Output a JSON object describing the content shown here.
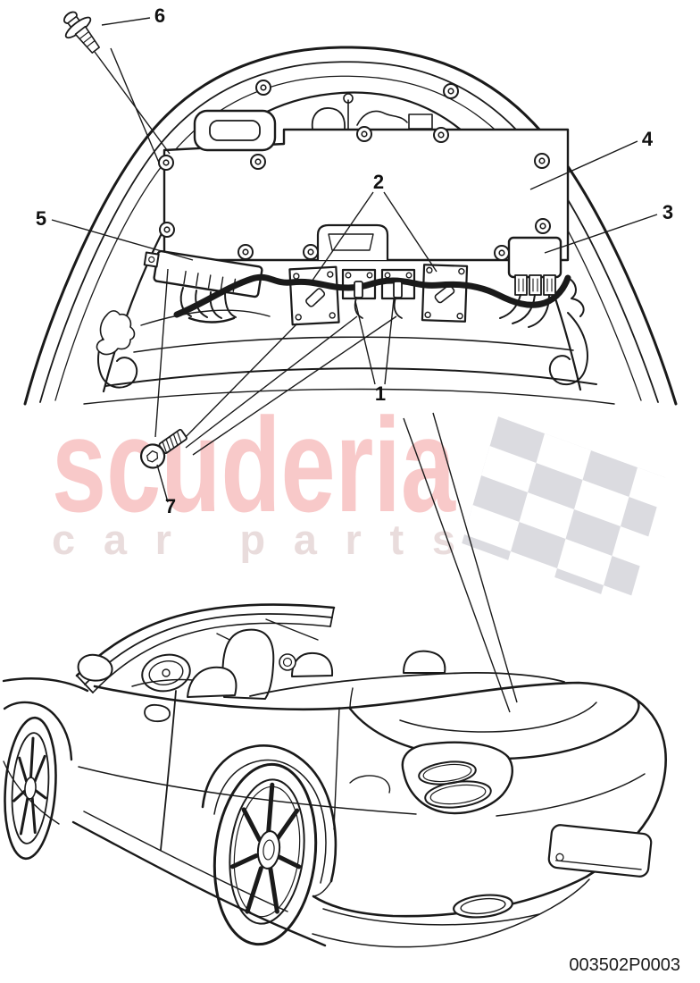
{
  "figure": {
    "part_number": "003502P0003",
    "callouts": [
      {
        "label": "1"
      },
      {
        "label": "2"
      },
      {
        "label": "3"
      },
      {
        "label": "4"
      },
      {
        "label": "5"
      },
      {
        "label": "6"
      },
      {
        "label": "7"
      }
    ],
    "line_color": "#1a1a1a"
  },
  "watermark": {
    "brand": "scuderia",
    "subtitle": "car parts",
    "brand_color": "#f8c9c9",
    "subtitle_color": "#e9dcdc",
    "flag_color": "#dbdbe0"
  },
  "icons": {
    "clip": "push-rivet-clip",
    "screw": "torx-screw"
  }
}
